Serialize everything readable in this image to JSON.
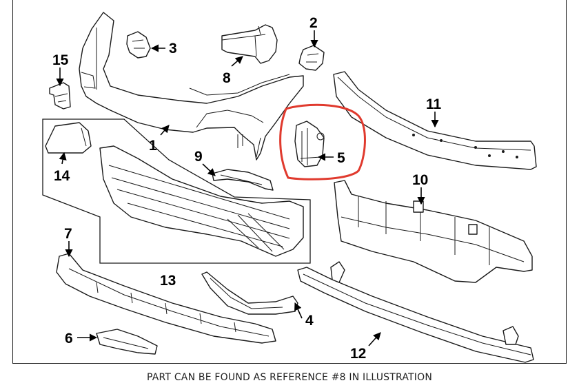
{
  "callouts": {
    "c1": "1",
    "c2": "2",
    "c3": "3",
    "c4": "4",
    "c5": "5",
    "c6": "6",
    "c7": "7",
    "c8": "8",
    "c9": "9",
    "c10": "10",
    "c11": "11",
    "c12": "12",
    "c13": "13",
    "c14": "14",
    "c15": "15"
  },
  "highlight": {
    "color": "#e03a2e",
    "target_callout": "5"
  },
  "caption": "PART CAN BE FOUND AS REFERENCE #8 IN ILLUSTRATION"
}
